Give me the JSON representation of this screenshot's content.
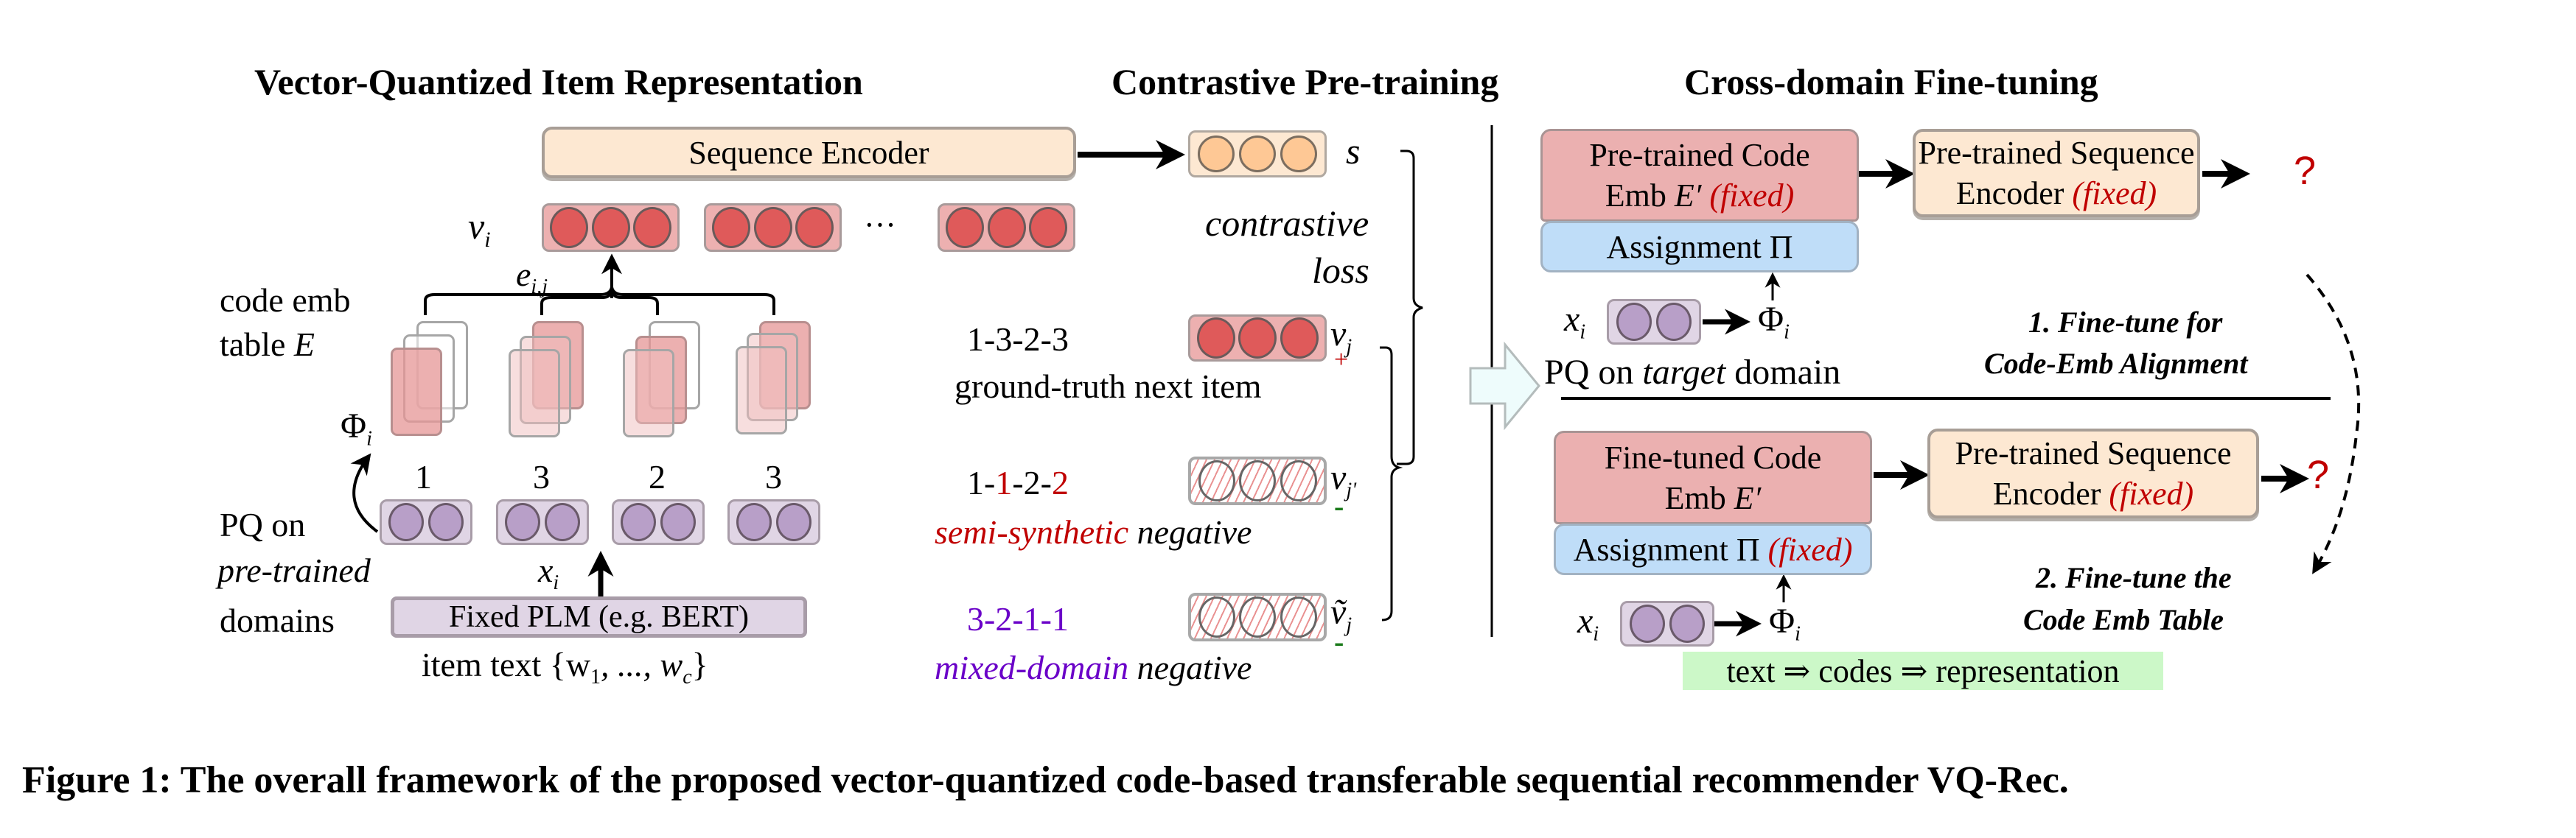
{
  "sections": {
    "vq": "Vector-Quantized Item Representation",
    "contrastive": "Contrastive Pre-training",
    "finetune": "Cross-domain Fine-tuning"
  },
  "vq": {
    "sequence_encoder": "Sequence Encoder",
    "v_i": "v",
    "v_i_sub": "i",
    "ellipsis": "···",
    "e_ij": "e",
    "e_ij_sub": "i,j",
    "code_emb_line1": "code emb",
    "code_emb_line2": "table ",
    "code_emb_E": "E",
    "phi": "Φ",
    "phi_sub": "i",
    "codes": [
      "1",
      "3",
      "2",
      "3"
    ],
    "pq_line1": "PQ on",
    "pq_line2": "pre-trained",
    "pq_line3": "domains",
    "x_i": "x",
    "x_i_sub": "i",
    "plm": "Fixed PLM (e.g. BERT)",
    "item_text": "item text {w",
    "item_text_sub1": "1",
    "item_text_mid": ", ..., w",
    "item_text_sub2": "c",
    "item_text_end": "}"
  },
  "contrastive": {
    "s_label": "s",
    "loss_line1": "contrastive",
    "loss_line2": "loss",
    "positive": {
      "codes": [
        {
          "t": "1",
          "c": "black"
        },
        {
          "t": "-3-2-3",
          "c": "black"
        }
      ],
      "label": "ground-truth next item",
      "var": "v",
      "sub": "j",
      "sign": "+"
    },
    "semi": {
      "codes_parts": [
        "1-",
        "1",
        "-2-",
        "2"
      ],
      "label_colored": "semi-synthetic",
      "label_rest": " negative",
      "var": "v",
      "sub": "j'",
      "sign": "-"
    },
    "mixed": {
      "codes": "3-2-1-1",
      "label_colored": "mixed-domain",
      "label_rest": " negative",
      "var": "ṽ",
      "sub": "j",
      "sign": "-"
    }
  },
  "finetune": {
    "stage1": {
      "code_emb_line1": "Pre-trained Code",
      "code_emb_line2": "Emb ",
      "code_emb_E": "E′",
      "fixed": "(fixed)",
      "assignment": "Assignment Π",
      "seq_line1": "Pre-trained Sequence",
      "seq_line2": "Encoder ",
      "output": "?",
      "x_i": "x",
      "sub_i": "i",
      "phi": "Φ",
      "pq_prefix": "PQ on ",
      "pq_italic": "target",
      "pq_suffix": " domain",
      "step_line1": "1. Fine-tune for",
      "step_line2": "Code-Emb Alignment"
    },
    "stage2": {
      "code_emb_line1": "Fine-tuned Code",
      "code_emb_line2": "Emb ",
      "code_emb_E": "E′",
      "assignment": "Assignment Π ",
      "fixed": "(fixed)",
      "seq_line1": "Pre-trained Sequence",
      "seq_line2": "Encoder ",
      "output": "?",
      "x_i": "x",
      "sub_i": "i",
      "phi": "Φ",
      "step_line1": "2. Fine-tune the",
      "step_line2": "Code Emb Table",
      "banner": "text ⇒ codes ⇒ representation"
    }
  },
  "caption": "Figure 1: The overall framework of the proposed vector-quantized code-based transferable sequential recommender VQ-Rec.",
  "colors": {
    "code_emb": "#ebb0b0",
    "assignment": "#bfddf8",
    "encoder": "#fde8d2",
    "item_vector": "#df5a5a",
    "pq_vector": "#b89fc8",
    "output_vector": "#fec895",
    "banner": "#ccf8c8",
    "fixed_text": "#c00000",
    "mixed_text": "#6a00c8"
  }
}
